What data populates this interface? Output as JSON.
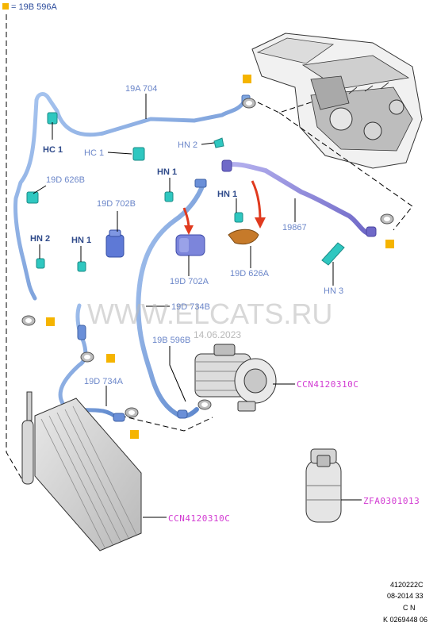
{
  "header": {
    "label": "= 19B 596A",
    "marker_color": "#f5b400"
  },
  "labels": {
    "l_19a704": "19A 704",
    "l_hc1a": "HC 1",
    "l_hc1b": "HC 1",
    "l_hn2a": "HN 2",
    "l_19d626b": "19D 626B",
    "l_hn1a": "HN 1",
    "l_19d702b": "19D 702B",
    "l_hn1b": "HN 1",
    "l_19867": "19867",
    "l_hn2b": "HN 2",
    "l_hn1c": "HN 1",
    "l_19d702a": "19D 702A",
    "l_19d626a": "19D 626A",
    "l_hn3": "HN 3",
    "l_19d734b": "19D 734B",
    "l_19b596b": "19B 596B",
    "l_19d734a": "19D 734A",
    "l_ccn_comp": "CCN4120310C",
    "l_ccn_cond": "CCN4120310C",
    "l_zfa": "ZFA0301013"
  },
  "watermark": {
    "text": "WWW.ELCATS.RU",
    "date": "14.06.2023"
  },
  "footer": {
    "line1": "4120222C",
    "line2": "08-2014 33",
    "line3": "C N",
    "line4": "K 0269448 06"
  },
  "colors": {
    "pipe": "#6f9ad8",
    "pipe_dark": "#8b86d6",
    "fitting": "#2fc7c0",
    "marker": "#f5b400",
    "magenta": "#d23ad2",
    "arrow": "#e03a1e"
  }
}
